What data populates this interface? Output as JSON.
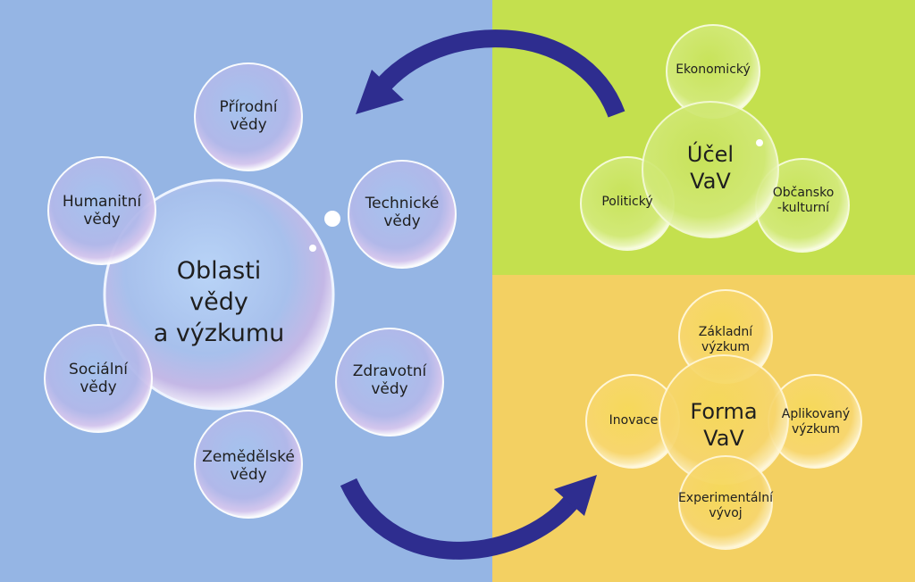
{
  "colors": {
    "left_bg": "#95b5e4",
    "top_right_bg": "#c4e04e",
    "bottom_right_bg": "#f3d062",
    "arrow": "#2e2d8f"
  },
  "left": {
    "center": "Oblasti vědy\na výzkumu",
    "fields": [
      "Přírodní\nvědy",
      "Technické\nvědy",
      "Zdravotní\nvědy",
      "Zemědělské\nvědy",
      "Sociální\nvědy",
      "Humanitní\nvědy"
    ]
  },
  "purpose": {
    "center": "Účel\nVaV",
    "items": [
      "Ekonomický",
      "Politický",
      "Občansko\n-kulturní"
    ]
  },
  "form": {
    "center": "Forma\nVaV",
    "items": [
      "Základní\nvýzkum",
      "Inovace",
      "Aplikovaný\nvýzkum",
      "Experimentální\nvývoj"
    ]
  }
}
